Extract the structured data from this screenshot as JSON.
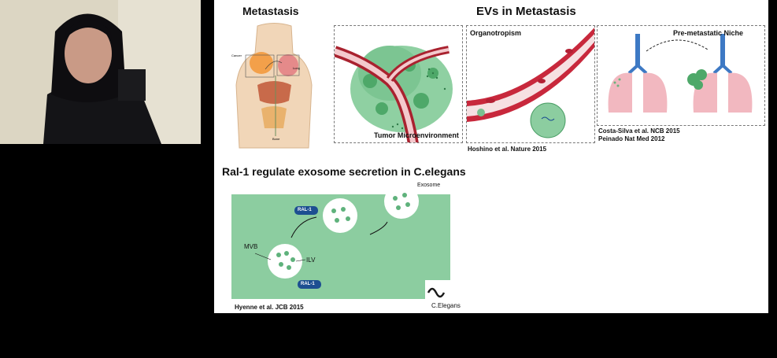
{
  "slide": {
    "title_metastasis": "Metastasis",
    "title_evs": "EVs in Metastasis",
    "panel_tumor_label": "Tumor Microenvironment",
    "panel_organo_label": "Organotropism",
    "panel_niche_label": "Pre-metastatic Niche",
    "cite_hoshino": "Hoshino et al. Nature 2015",
    "cite_costa": "Costa-Silva et al. NCB 2015",
    "cite_peinado": "Peinado Nat Med 2012",
    "body_labels": [
      "Cancer",
      "Lung",
      "Bone"
    ],
    "section_title": "Ral-1 regulate exosome secretion in C.elegans",
    "diagram": {
      "exosome_label": "Exosome",
      "mvb_label": "MVB",
      "ilv_label": "ILV",
      "ral1_top": "RAL-1",
      "ral1_bottom": "RAL-1",
      "cite": "Hyenne et al. JCB 2015",
      "organism_label": "C.Elegans"
    }
  },
  "colors": {
    "cell_green": "#8ccda0",
    "tumor_green": "#5fb27c",
    "vessel_red": "#c8283c",
    "lung_pink": "#f2b8c0",
    "ral_blue": "#1d4f91"
  }
}
